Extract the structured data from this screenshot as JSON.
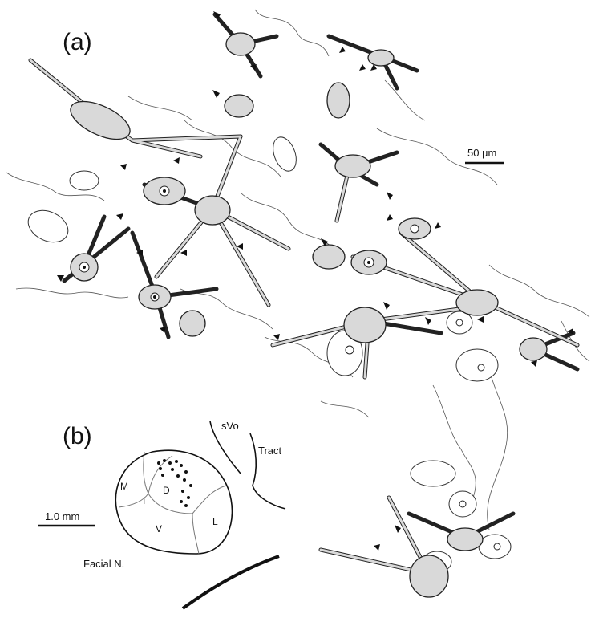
{
  "panel_a": {
    "label": "(a)",
    "scale_bar_label": "50 µm"
  },
  "panel_b": {
    "label": "(b)",
    "scale_bar_label": "1.0 mm",
    "nucleus_subdivisions": [
      "M",
      "I",
      "D",
      "V",
      "L"
    ],
    "nucleus_name": "Facial N.",
    "neighbor_labels": [
      "sVo",
      "Tract"
    ]
  }
}
